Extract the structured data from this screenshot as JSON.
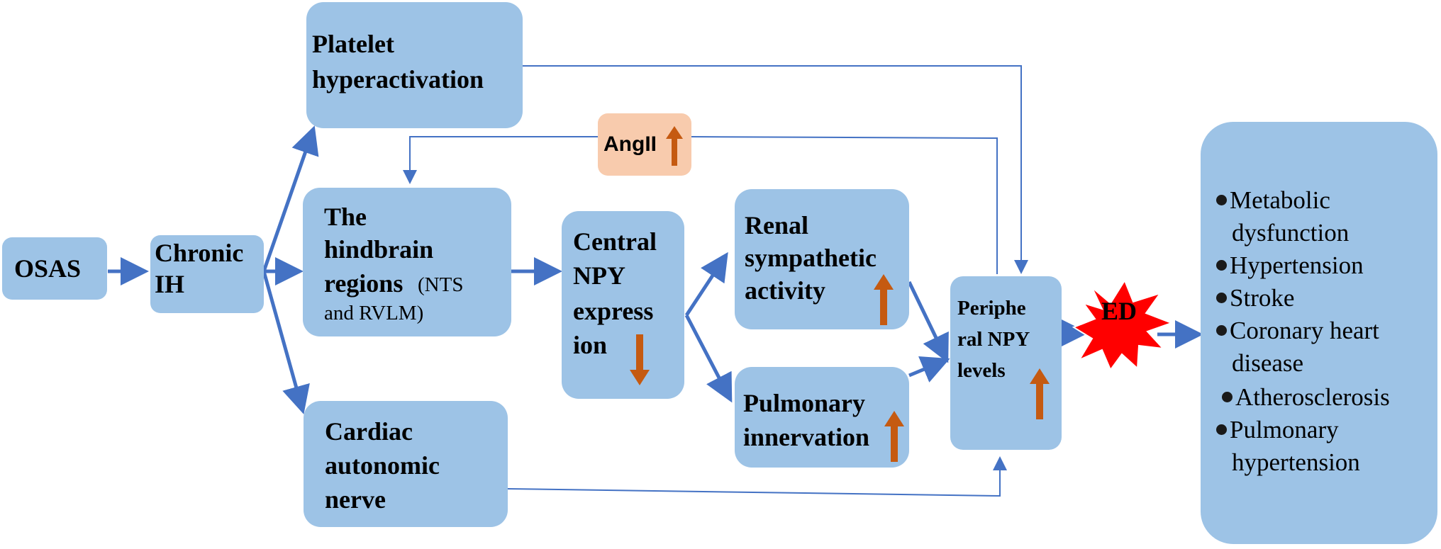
{
  "nodes": {
    "osas": "OSAS",
    "chronic_ih": [
      "Chronic",
      "IH"
    ],
    "platelet": [
      "Platelet",
      "hyperactivation"
    ],
    "hindbrain": [
      "The",
      "hindbrain",
      "regions",
      "(NTS",
      "and RVLM)"
    ],
    "central_npy": [
      "Central",
      "NPY",
      "express",
      "ion"
    ],
    "renal": [
      "Renal",
      "sympathetic",
      "activity"
    ],
    "pulmonary": [
      "Pulmonary",
      "innervation"
    ],
    "cardiac": [
      "Cardiac",
      "autonomic",
      "nerve"
    ],
    "peripheral": [
      "Periphe",
      "ral NPY",
      "levels"
    ],
    "angii": "AngII",
    "ed": "ED"
  },
  "outcomes": [
    "Metabolic",
    "dysfunction",
    "Hypertension",
    "Stroke",
    "Coronary heart",
    "disease",
    "Atherosclerosis",
    "Pulmonary",
    "hypertension"
  ],
  "colors": {
    "box": "#9dc3e6",
    "angii_box": "#f8cbad",
    "arrow": "#4472c4",
    "indicator": "#c55a11",
    "ed_burst": "#ff0000"
  },
  "indicators": {
    "angii": "up",
    "central_npy": "down",
    "renal": "up",
    "pulmonary": "up",
    "peripheral": "up"
  }
}
